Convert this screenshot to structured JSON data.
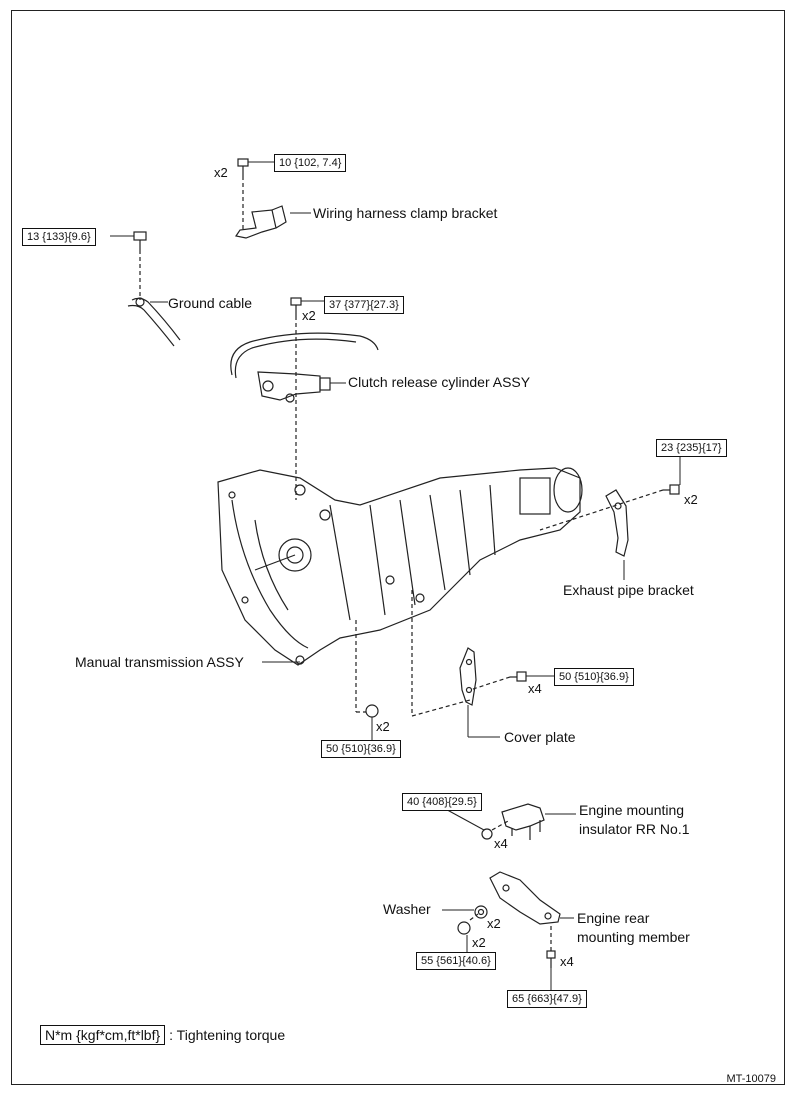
{
  "parts": {
    "wiring_harness_clamp_bracket": "Wiring harness clamp bracket",
    "ground_cable": "Ground cable",
    "clutch_release_cylinder": "Clutch release cylinder ASSY",
    "exhaust_pipe_bracket": "Exhaust pipe bracket",
    "manual_transmission": "Manual transmission ASSY",
    "cover_plate": "Cover plate",
    "engine_mounting_insulator_line1": "Engine mounting",
    "engine_mounting_insulator_line2": "insulator RR No.1",
    "washer": "Washer",
    "engine_rear_mounting_line1": "Engine rear",
    "engine_rear_mounting_line2": "mounting member"
  },
  "torques": {
    "t1": "10 {102, 7.4}",
    "t2": "13 {133}{9.6}",
    "t3": "37 {377}{27.3}",
    "t4": "23 {235}{17}",
    "t5": "50 {510}{36.9}",
    "t6": "50 {510}{36.9}",
    "t7": "40 {408}{29.5}",
    "t8": "55 {561}{40.6}",
    "t9": "65 {663}{47.9}"
  },
  "quantities": {
    "q_clamp": "x2",
    "q_clutch": "x2",
    "q_exhaust": "x2",
    "q_cover": "x4",
    "q_trans": "x2",
    "q_insulator": "x4",
    "q_washer": "x2",
    "q_nut": "x2",
    "q_member": "x4"
  },
  "legend": {
    "unit": "N*m {kgf*cm,ft*lbf}",
    "description": ": Tightening torque"
  },
  "figure_code": "MT-10079"
}
